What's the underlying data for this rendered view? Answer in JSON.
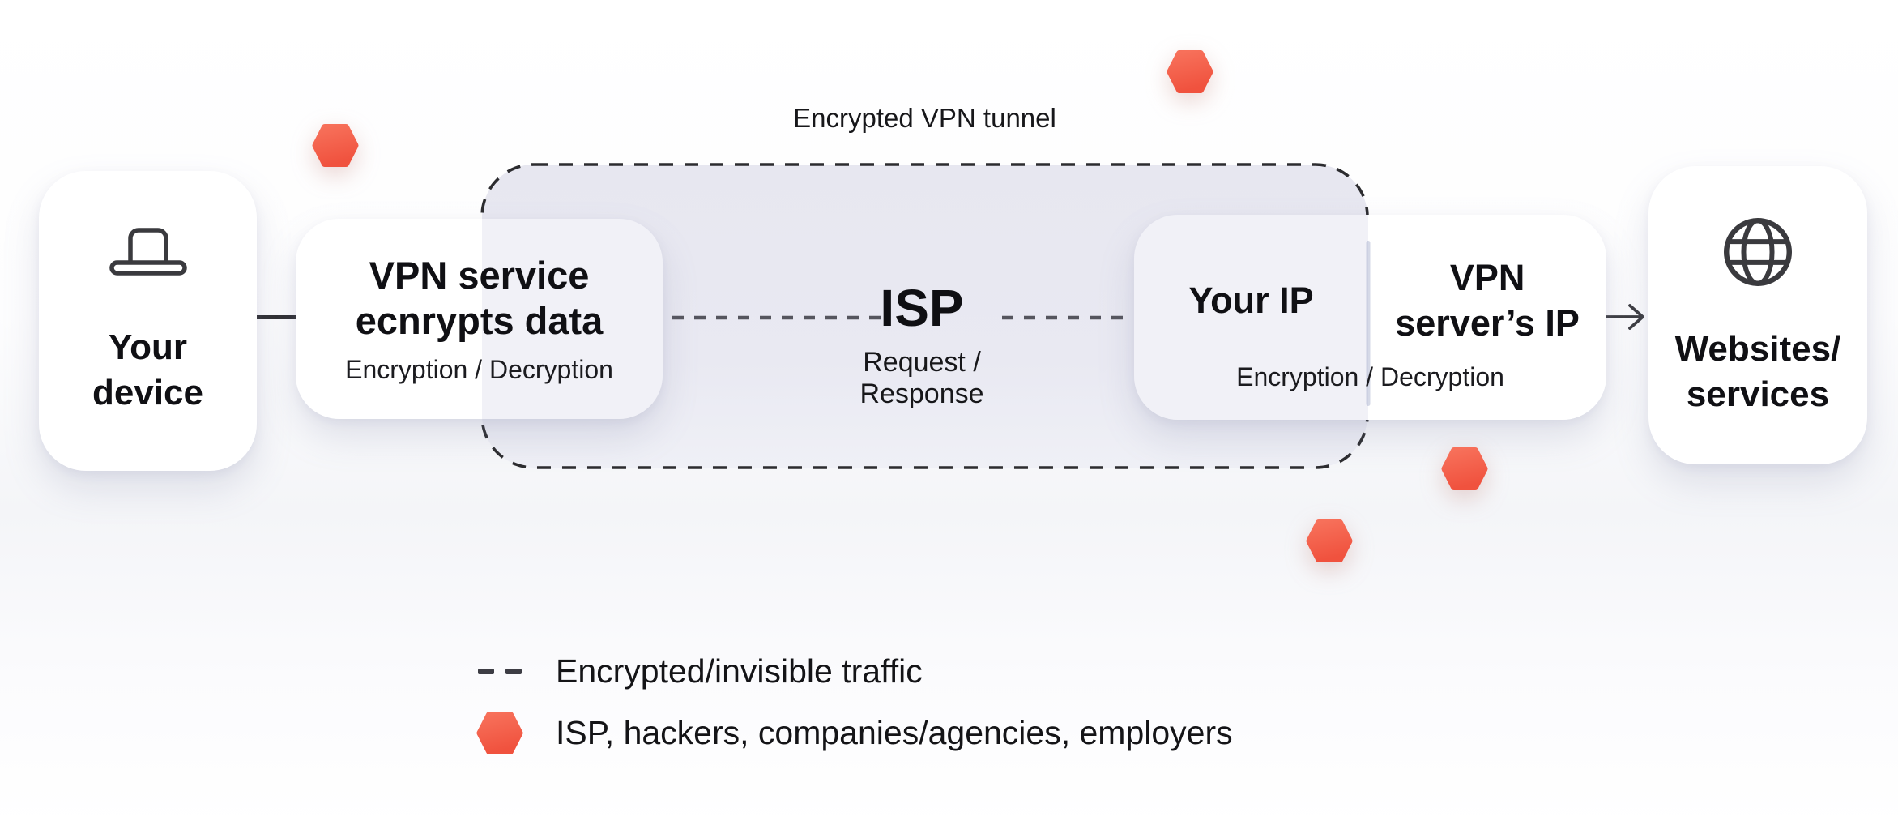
{
  "diagram": {
    "tunnel": {
      "label": "Encrypted VPN tunnel"
    },
    "device": {
      "line1": "Your",
      "line2": "device",
      "icon": "laptop-icon"
    },
    "vpn_service": {
      "line1": "VPN service",
      "line2": "ecnrypts data",
      "subtitle": "Encryption / Decryption"
    },
    "isp": {
      "title": "ISP",
      "subtitle": "Request / Response"
    },
    "ip_box": {
      "left_title": "Your IP",
      "right_line1": "VPN",
      "right_line2": "server’s IP",
      "subtitle": "Encryption / Decryption"
    },
    "websites": {
      "line1": "Websites/",
      "line2": "services",
      "icon": "globe-icon"
    }
  },
  "legend": {
    "items": [
      {
        "symbol": "dashed-line-icon",
        "label": "Encrypted/invisible traffic"
      },
      {
        "symbol": "threat-hexagon-icon",
        "label": "ISP, hackers, companies/agencies, employers"
      }
    ]
  },
  "colors": {
    "hexagon": "#f4604c",
    "tunnel_fill": "#e9e9f2",
    "tunnel_border": "#2c2c2f",
    "connector_dash": "#55555e",
    "text": "#141417"
  }
}
